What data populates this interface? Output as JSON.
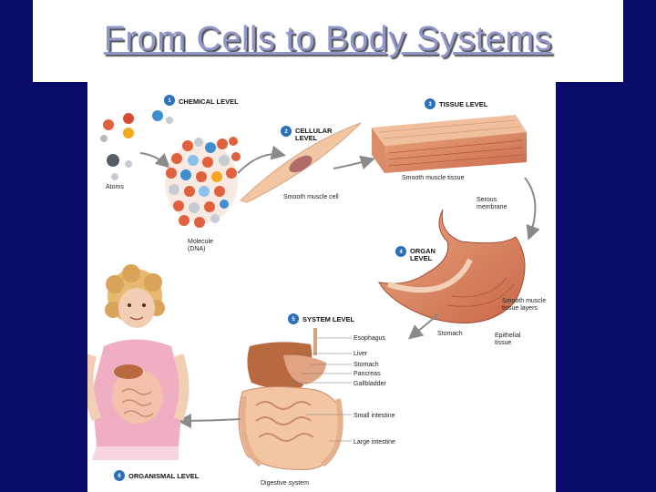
{
  "slide": {
    "title": "From Cells to Body Systems"
  },
  "levels": [
    {
      "number": "1",
      "label": "CHEMICAL LEVEL"
    },
    {
      "number": "2",
      "label": "CELLULAR LEVEL"
    },
    {
      "number": "3",
      "label": "TISSUE LEVEL"
    },
    {
      "number": "4",
      "label": "ORGAN LEVEL"
    },
    {
      "number": "5",
      "label": "SYSTEM LEVEL"
    },
    {
      "number": "6",
      "label": "ORGANISMAL LEVEL"
    }
  ],
  "labels": {
    "atoms": "Atoms",
    "molecule": "Molecule (DNA)",
    "smooth_muscle_cell": "Smooth muscle cell",
    "smooth_muscle_tissue": "Smooth muscle tissue",
    "serous_membrane": "Serous membrane",
    "smooth_muscle_tissue_layers": "Smooth muscle tissue layers",
    "stomach": "Stomach",
    "epithelial_tissue": "Epithelial tissue",
    "esophagus": "Esophagus",
    "liver": "Liver",
    "stomach_system": "Stomach",
    "pancreas": "Pancreas",
    "gallbladder": "Gallbladder",
    "small_intestine": "Small intestine",
    "large_intestine": "Large intestine",
    "digestive_system": "Digestive system"
  },
  "colors": {
    "background": "#0a0a6b",
    "title": "#8f96cc",
    "level_badge": "#2a6fb8"
  }
}
